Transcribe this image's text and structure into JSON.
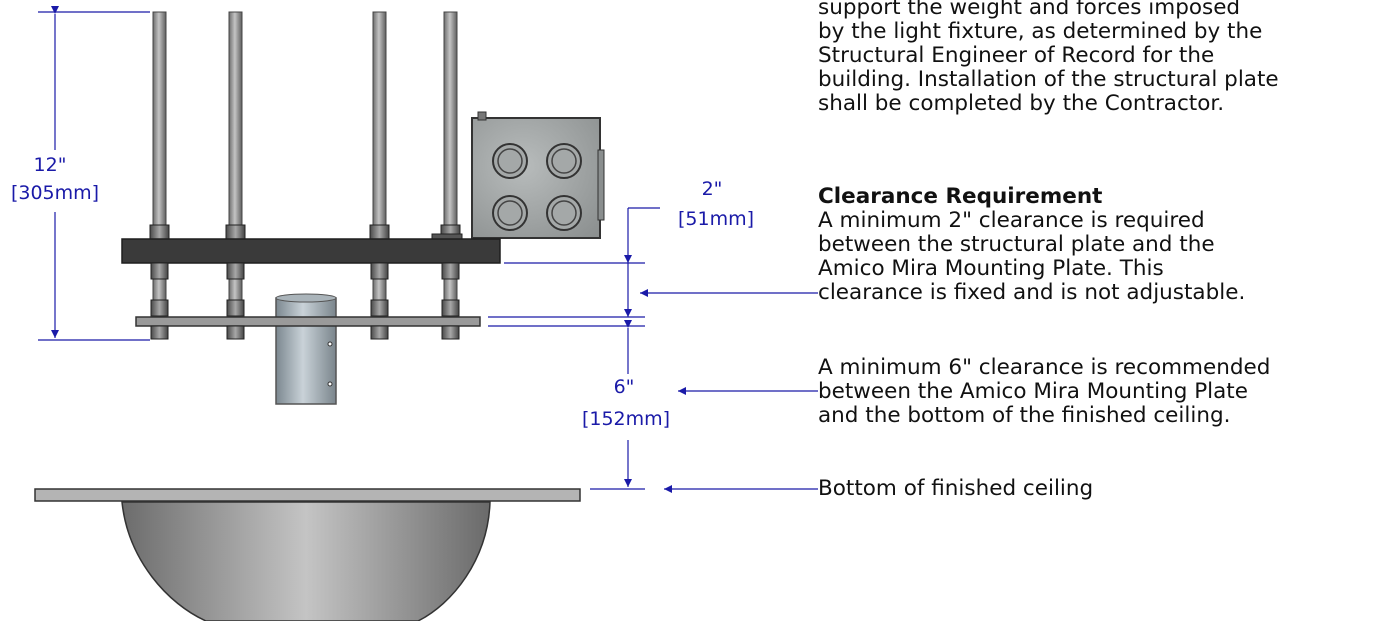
{
  "dimensions": {
    "overall": {
      "imperial": "12\"",
      "metric": "[305mm]"
    },
    "plate_clearance": {
      "imperial": "2\"",
      "metric": "[51mm]"
    },
    "ceiling_clearance": {
      "imperial": "6\"",
      "metric": "[152mm]"
    }
  },
  "notes": {
    "structural": {
      "lines": [
        "support the weight and forces imposed",
        "by the light fixture, as determined by the",
        "Structural Engineer of Record for the",
        "building. Installation of the structural plate",
        "shall be completed by the Contractor."
      ]
    },
    "clearance": {
      "heading": "Clearance Requirement",
      "lines": [
        "A minimum 2\" clearance is required",
        "between the structural plate and the",
        "Amico Mira Mounting Plate. This",
        "clearance is fixed and is not adjustable."
      ]
    },
    "recommended": {
      "lines": [
        "A minimum 6\" clearance is recommended",
        "between the Amico Mira Mounting Plate",
        "and the bottom of the finished ceiling."
      ]
    },
    "ceiling": {
      "lines": [
        "Bottom of finished ceiling"
      ]
    }
  },
  "colors": {
    "dimension": "#1a1aa8",
    "text": "#111111",
    "plate": "#3a3a3a",
    "rod": "#8c8c8c"
  }
}
